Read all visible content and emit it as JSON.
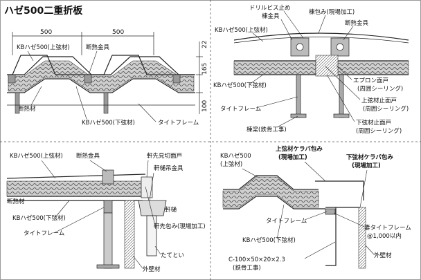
{
  "title": "ハゼ500二重折板",
  "panels": {
    "top_left": {
      "dims": {
        "width_left": "500",
        "width_right": "500",
        "v1": "22",
        "v2": "165",
        "v3": "100"
      },
      "labels": {
        "kb_upper": "KBハゼ500(上弦材)",
        "insulation_bracket": "断熱金具",
        "insulation": "断熱材",
        "kb_lower": "KBハゼ500(下弦材)",
        "tight_frame": "タイトフレーム"
      }
    },
    "top_right": {
      "labels": {
        "drill_screw": "ドリルビス止め",
        "ridge_bracket": "棟金具",
        "ridge_cover": "棟包み(現場加工)",
        "kb_upper": "KBハゼ500(上弦材)",
        "insulation_bracket": "断熱金具",
        "kb_lower": "KBハゼ500(下弦材)",
        "tight_frame": "タイトフレーム",
        "apron_face": "エプロン面戸",
        "apron_seal": "(周囲シーリング)",
        "upper_stop": "上弦材止面戸",
        "upper_seal": "(周囲シーリング)",
        "lower_stop": "下弦材止面戸",
        "lower_seal": "(周囲シーリング)",
        "ridge_beam": "棟梁(鉄骨工事)"
      }
    },
    "bottom_left": {
      "labels": {
        "kb_upper": "KBハゼ500(上弦材)",
        "insulation_bracket": "断熱金具",
        "eave_face": "軒先見切面戸",
        "gutter_bracket": "軒樋吊金具",
        "insulation": "断熱材",
        "kb_lower": "KBハゼ500(下弦材)",
        "tight_frame": "タイトフレーム",
        "gutter": "軒樋",
        "eave_cover": "軒先包み(現場加工)",
        "downpipe": "たてとい",
        "outer_wall": "外壁材"
      }
    },
    "bottom_right": {
      "labels": {
        "kb_upper_1": "KBハゼ500",
        "kb_upper_2": "(上弦材)",
        "upper_gable_1": "上弦材ケラバ包み",
        "upper_gable_2": "(現場加工)",
        "lower_gable_1": "下弦材ケラバ包み",
        "lower_gable_2": "(現場加工)",
        "tight_frame": "タイトフレーム",
        "kb_lower": "KBハゼ500(下弦材)",
        "gable_frame_1": "妻タイトフレーム",
        "gable_frame_2": "@1,000以内",
        "c_steel_1": "C-100×50×20×2.3",
        "c_steel_2": "(鉄骨工事)",
        "outer_wall": "外壁材"
      }
    }
  }
}
